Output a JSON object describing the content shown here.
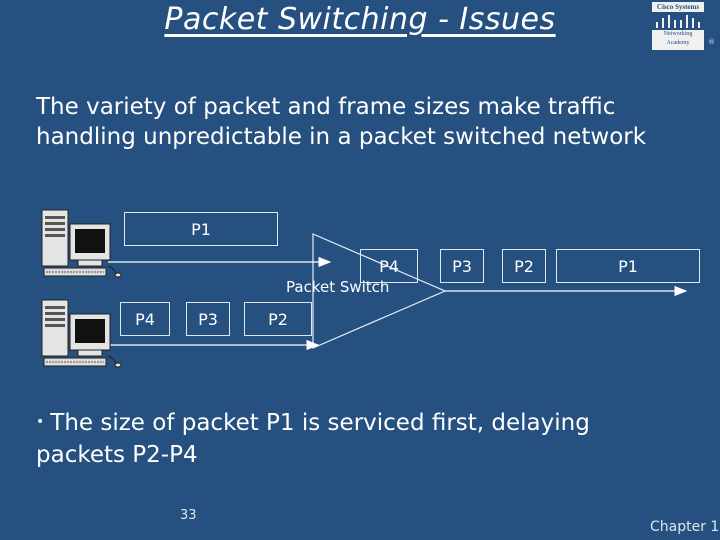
{
  "title": "Packet Switching - Issues",
  "logo": {
    "line1": "Cisco Systems",
    "line2": "Networking Academy"
  },
  "paragraph": "The variety of packet and frame sizes make traffic handling unpredictable in a packet switched network",
  "diagram": {
    "switch_label": "Packet Switch",
    "top_packets": [
      "P1"
    ],
    "bottom_packets": [
      "P4",
      "P3",
      "P2"
    ],
    "output_packets": [
      "P4",
      "P3",
      "P2",
      "P1"
    ]
  },
  "bullet": "The size of packet P1 is serviced first, delaying packets P2-P4",
  "page_number": "33",
  "footer": "Chapter 1"
}
